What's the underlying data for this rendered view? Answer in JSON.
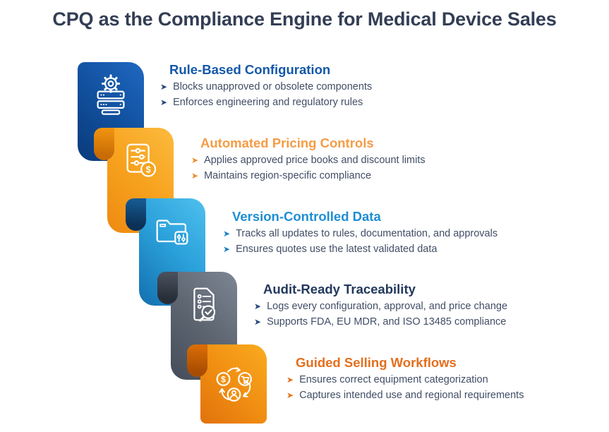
{
  "title": "CPQ as the Compliance Engine for Medical Device Sales",
  "title_color": "#333e55",
  "body_text_color": "#414e66",
  "background_color": "#ffffff",
  "bullet_glyph": "➤",
  "sections": [
    {
      "heading": "Rule-Based Configuration",
      "icon": "gear-server-icon",
      "bullets": [
        "Blocks unapproved or obsolete components",
        "Enforces engineering and regulatory rules"
      ],
      "colors": {
        "heading": "#1358a8",
        "arrow": "#27477e",
        "ribbon_light": "#2068c2",
        "ribbon_mid": "#11519f",
        "ribbon_dark": "#0a3a7c",
        "curl_a": "#0d4187",
        "curl_b": "#082c5e"
      }
    },
    {
      "heading": "Automated Pricing Controls",
      "icon": "pricing-sliders-icon",
      "bullets": [
        "Applies approved price books and discount limits",
        "Maintains region-specific compliance"
      ],
      "colors": {
        "heading": "#f59c45",
        "arrow": "#f08a2a",
        "ribbon_light": "#fcbb3e",
        "ribbon_mid": "#f7a31f",
        "ribbon_dark": "#ee8a10",
        "curl_a": "#ef9210",
        "curl_b": "#c96c05"
      }
    },
    {
      "heading": "Version-Controlled Data",
      "icon": "version-folder-icon",
      "bullets": [
        "Tracks all updates to rules, documentation, and approvals",
        "Ensures quotes use the latest validated data"
      ],
      "colors": {
        "heading": "#1d8ed4",
        "arrow": "#1a7fc4",
        "ribbon_light": "#4fc0ee",
        "ribbon_mid": "#2aa0da",
        "ribbon_dark": "#146fae",
        "curl_a": "#155a91",
        "curl_b": "#0c3056"
      }
    },
    {
      "heading": "Audit-Ready Traceability",
      "icon": "audit-document-icon",
      "bullets": [
        "Logs every configuration, approval, and price change",
        "Supports FDA, EU MDR, and ISO 13485 compliance"
      ],
      "colors": {
        "heading": "#22395c",
        "arrow": "#27477e",
        "ribbon_light": "#7d8694",
        "ribbon_mid": "#5f6773",
        "ribbon_dark": "#454c59",
        "curl_a": "#49505c",
        "curl_b": "#282e38"
      }
    },
    {
      "heading": "Guided Selling Workflows",
      "icon": "guided-selling-cycle-icon",
      "bullets": [
        "Ensures correct equipment categorization",
        "Captures intended use and regional requirements"
      ],
      "colors": {
        "heading": "#e46f1e",
        "arrow": "#e8731c",
        "ribbon_light": "#f9ab1f",
        "ribbon_mid": "#f19013",
        "ribbon_dark": "#e2720a",
        "curl_a": "#d86c06",
        "curl_b": "#a94d02"
      }
    }
  ]
}
